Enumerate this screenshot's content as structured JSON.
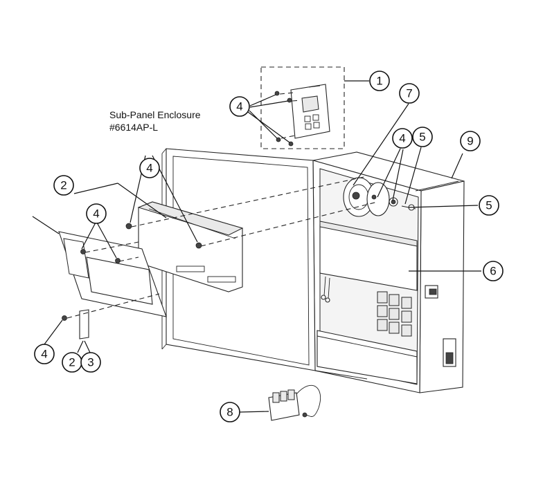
{
  "title": {
    "line1": "Sub-Panel Enclosure",
    "line2": "#6614AP-L"
  },
  "callouts": [
    "1",
    "4",
    "7",
    "4",
    "5",
    "9",
    "2",
    "4",
    "4",
    "5",
    "6",
    "4",
    "2",
    "3",
    "8"
  ],
  "colors": {
    "line": "#111111",
    "background": "#ffffff",
    "shade": "#e9e9e9"
  }
}
